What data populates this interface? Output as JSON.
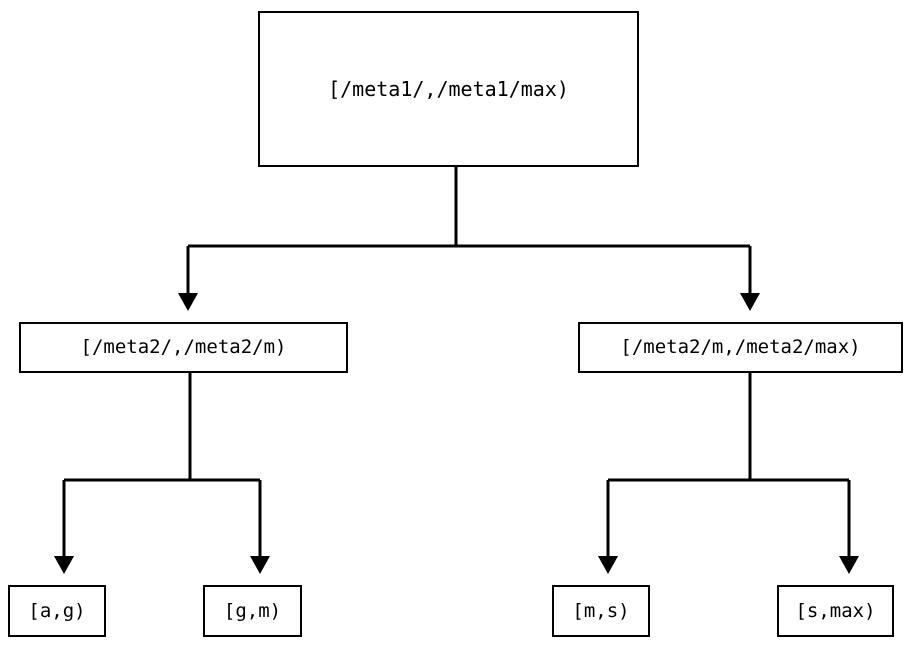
{
  "diagram": {
    "type": "tree",
    "orientation": "top-down",
    "edge_style": "orthogonal",
    "arrowhead": "solid-triangle",
    "colors": {
      "background": "#ffffff",
      "stroke": "#000000",
      "text": "#000000",
      "node_fill": "#ffffff"
    },
    "nodes": {
      "root": {
        "label": "[/meta1/,/meta1/max)"
      },
      "level2": [
        {
          "label": "[/meta2/,/meta2/m)"
        },
        {
          "label": "[/meta2/m,/meta2/max)"
        }
      ],
      "leaves": [
        {
          "label": "[a,g)"
        },
        {
          "label": "[g,m)"
        },
        {
          "label": "[m,s)"
        },
        {
          "label": "[s,max)"
        }
      ]
    },
    "edges": [
      {
        "from": "root",
        "to": "level2.0"
      },
      {
        "from": "root",
        "to": "level2.1"
      },
      {
        "from": "level2.0",
        "to": "leaves.0"
      },
      {
        "from": "level2.0",
        "to": "leaves.1"
      },
      {
        "from": "level2.1",
        "to": "leaves.2"
      },
      {
        "from": "level2.1",
        "to": "leaves.3"
      }
    ]
  }
}
